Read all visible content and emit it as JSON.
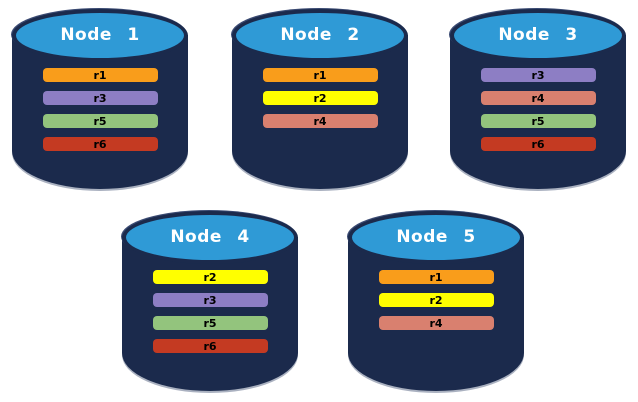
{
  "diagram": {
    "background": "#FFFFFF",
    "cylinder_body_color": "#1B2A4C",
    "cylinder_top_color": "#2F9AD6",
    "node_label_color": "#FFFFFF",
    "bar_label_color": "#000000"
  },
  "replica_colors": {
    "r1": "#F99D1B",
    "r2": "#FFFF00",
    "r3": "#8D7EC4",
    "r4": "#D9806F",
    "r5": "#93C47D",
    "r6": "#C43A22"
  },
  "nodes": [
    {
      "label": "Node 1",
      "replicas": [
        "r1",
        "r3",
        "r5",
        "r6"
      ]
    },
    {
      "label": "Node 2",
      "replicas": [
        "r1",
        "r2",
        "r4"
      ]
    },
    {
      "label": "Node 3",
      "replicas": [
        "r3",
        "r4",
        "r5",
        "r6"
      ]
    },
    {
      "label": "Node 4",
      "replicas": [
        "r2",
        "r3",
        "r5",
        "r6"
      ]
    },
    {
      "label": "Node 5",
      "replicas": [
        "r1",
        "r2",
        "r4"
      ]
    }
  ]
}
